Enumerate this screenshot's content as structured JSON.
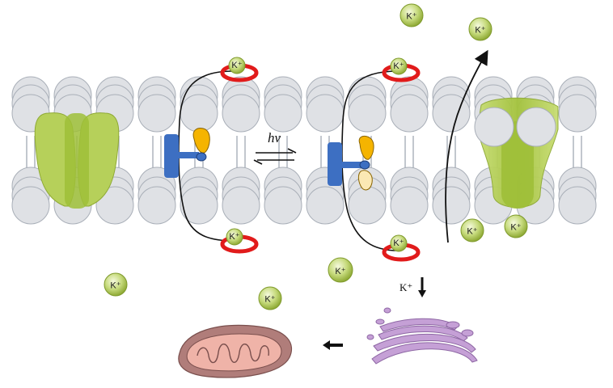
{
  "diagram": {
    "light_label": "hν",
    "ion_label": "K⁺",
    "k_flux_label": "K⁺",
    "colors": {
      "lipid_head": "#dfe1e5",
      "lipid_outline": "#a9afb8",
      "channel_green": "#b6d05a",
      "channel_dark": "#9fbf38",
      "switch_blue": "#3d6fc2",
      "azo_orange": "#f5b400",
      "azo_cream": "#fbe9b4",
      "crown_red": "#e11b1b",
      "ion_green": "#a9c456",
      "golgi_purple": "#c5a0d6",
      "mito_brown": "#b07d7a",
      "mito_pink": "#efb3a8"
    },
    "icons": [
      "k-ion-icon",
      "crown-ether-icon",
      "golgi-icon",
      "mitochondrion-icon",
      "ion-channel-icon",
      "azobenzene-switch-icon"
    ]
  }
}
